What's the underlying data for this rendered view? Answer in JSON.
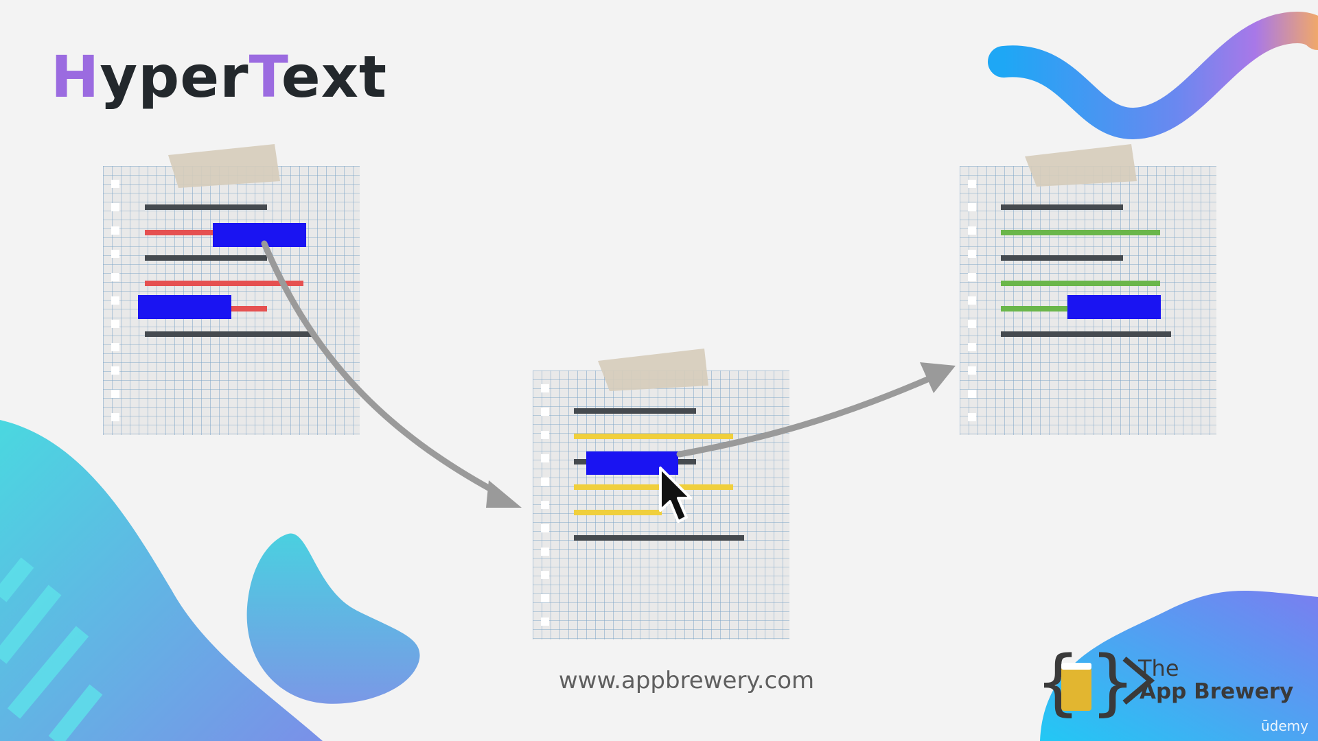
{
  "slide": {
    "title_first": "H",
    "title_mid": "yper",
    "title_second": "T",
    "title_rest": "ext",
    "url": "www.appbrewery.com"
  },
  "branding": {
    "line1": "The",
    "line2": "App Brewery",
    "platform": "ūdemy"
  },
  "colors": {
    "title_accent": "#9b6be0",
    "title_text": "#23282c",
    "link_highlight": "#1a14f2",
    "page1_text": "#e55050",
    "page2_text": "#f0cf3c",
    "page3_text": "#6ab64a",
    "plain_line": "#454a4f",
    "arrow": "#9a9a9a",
    "logo_cup": "#e2b630"
  },
  "icons": [
    "mouse-cursor-icon",
    "app-brewery-logo-icon"
  ]
}
